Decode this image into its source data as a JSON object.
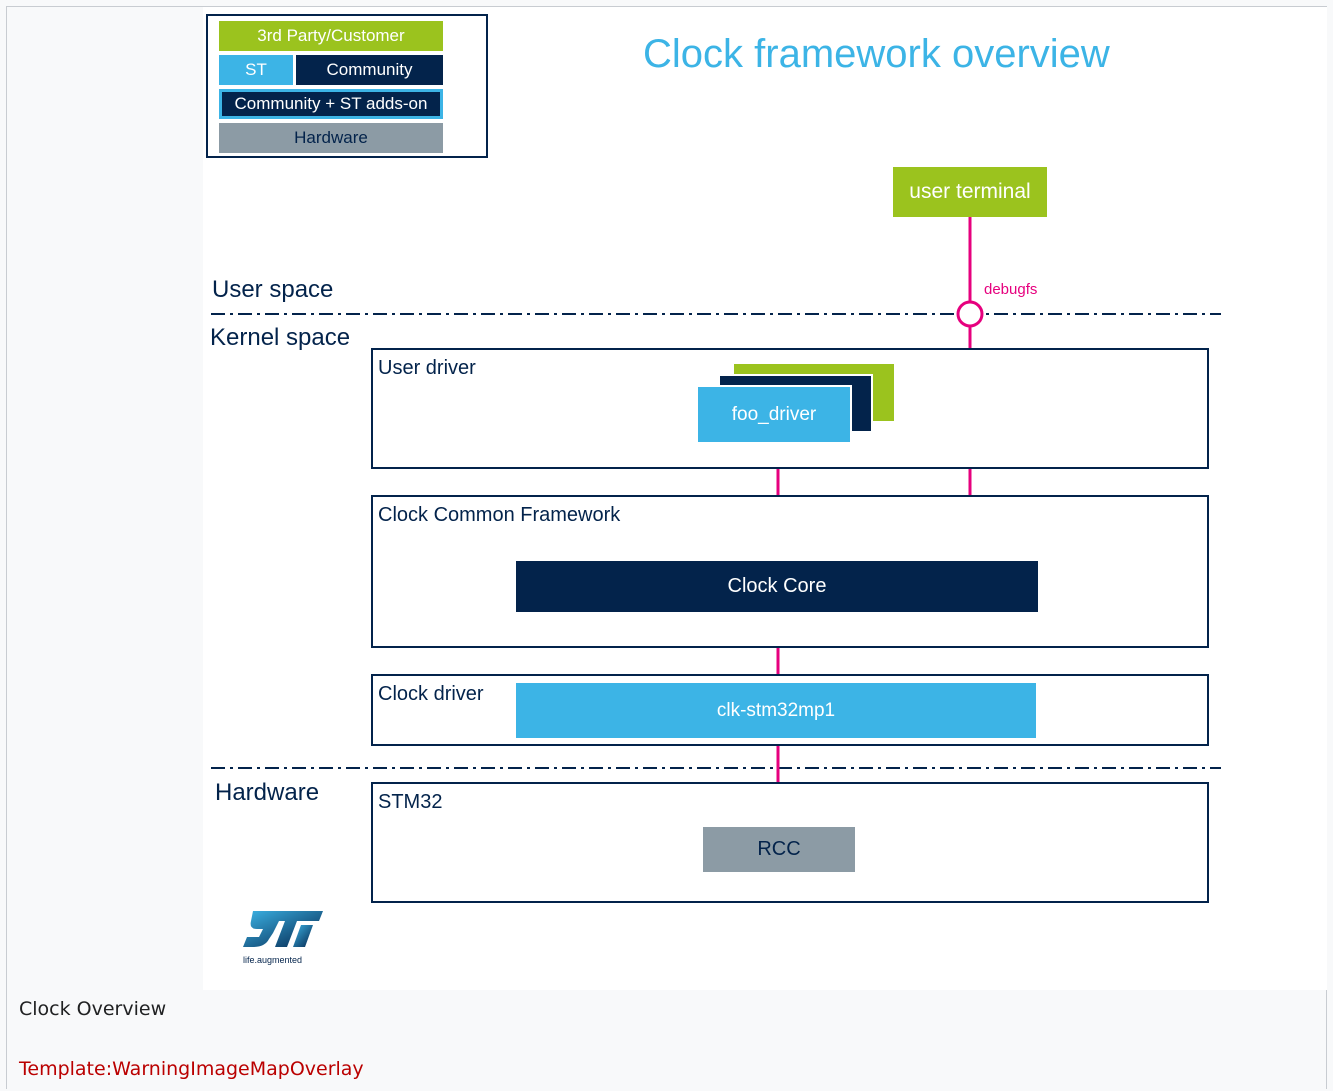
{
  "diagram": {
    "title": "Clock framework overview",
    "legend": {
      "third_party": "3rd Party/Customer",
      "st": "ST",
      "community": "Community",
      "community_st": "Community + ST adds-on",
      "hardware": "Hardware"
    },
    "layers": {
      "user_space": "User space",
      "kernel_space": "Kernel space",
      "hardware": "Hardware"
    },
    "user_terminal": "user terminal",
    "debugfs": "debugfs",
    "user_driver": {
      "title": "User driver",
      "block": "foo_driver"
    },
    "framework": {
      "title": "Clock Common Framework",
      "block": "Clock Core"
    },
    "clock_driver": {
      "title": "Clock driver",
      "block": "clk-stm32mp1"
    },
    "stm32": {
      "title": "STM32",
      "block": "RCC"
    },
    "logo_tagline": "life.augmented",
    "colors": {
      "st_blue": "#3cb4e6",
      "dark_blue": "#03234b",
      "green": "#9bc31e",
      "gray": "#8c9ba5",
      "magenta": "#e6007e",
      "title_blue": "#3cb4e6"
    }
  },
  "caption": "Clock Overview",
  "template_link": "Template:WarningImageMapOverlay"
}
